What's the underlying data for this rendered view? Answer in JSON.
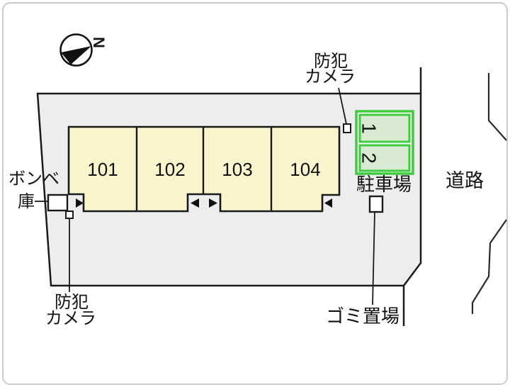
{
  "plan": {
    "compass": {
      "north_label": "N"
    },
    "building": {
      "units": [
        "101",
        "102",
        "103",
        "104"
      ]
    },
    "parking": {
      "label": "駐車場",
      "spaces": [
        "1",
        "2"
      ]
    },
    "road": {
      "label": "道路"
    },
    "garbage": {
      "label": "ゴミ置場"
    },
    "gas_storage": {
      "label_line1": "ボンベ",
      "label_line2": "庫"
    },
    "security_camera": {
      "label_line1": "防犯",
      "label_line2": "カメラ"
    }
  },
  "colors": {
    "site-fill": "#ededed",
    "building-fill": "#fbf5cd",
    "parking-border": "#3ecc3e",
    "parking-fill": "#d8ebd2",
    "line-color": "#1a1a1a"
  }
}
